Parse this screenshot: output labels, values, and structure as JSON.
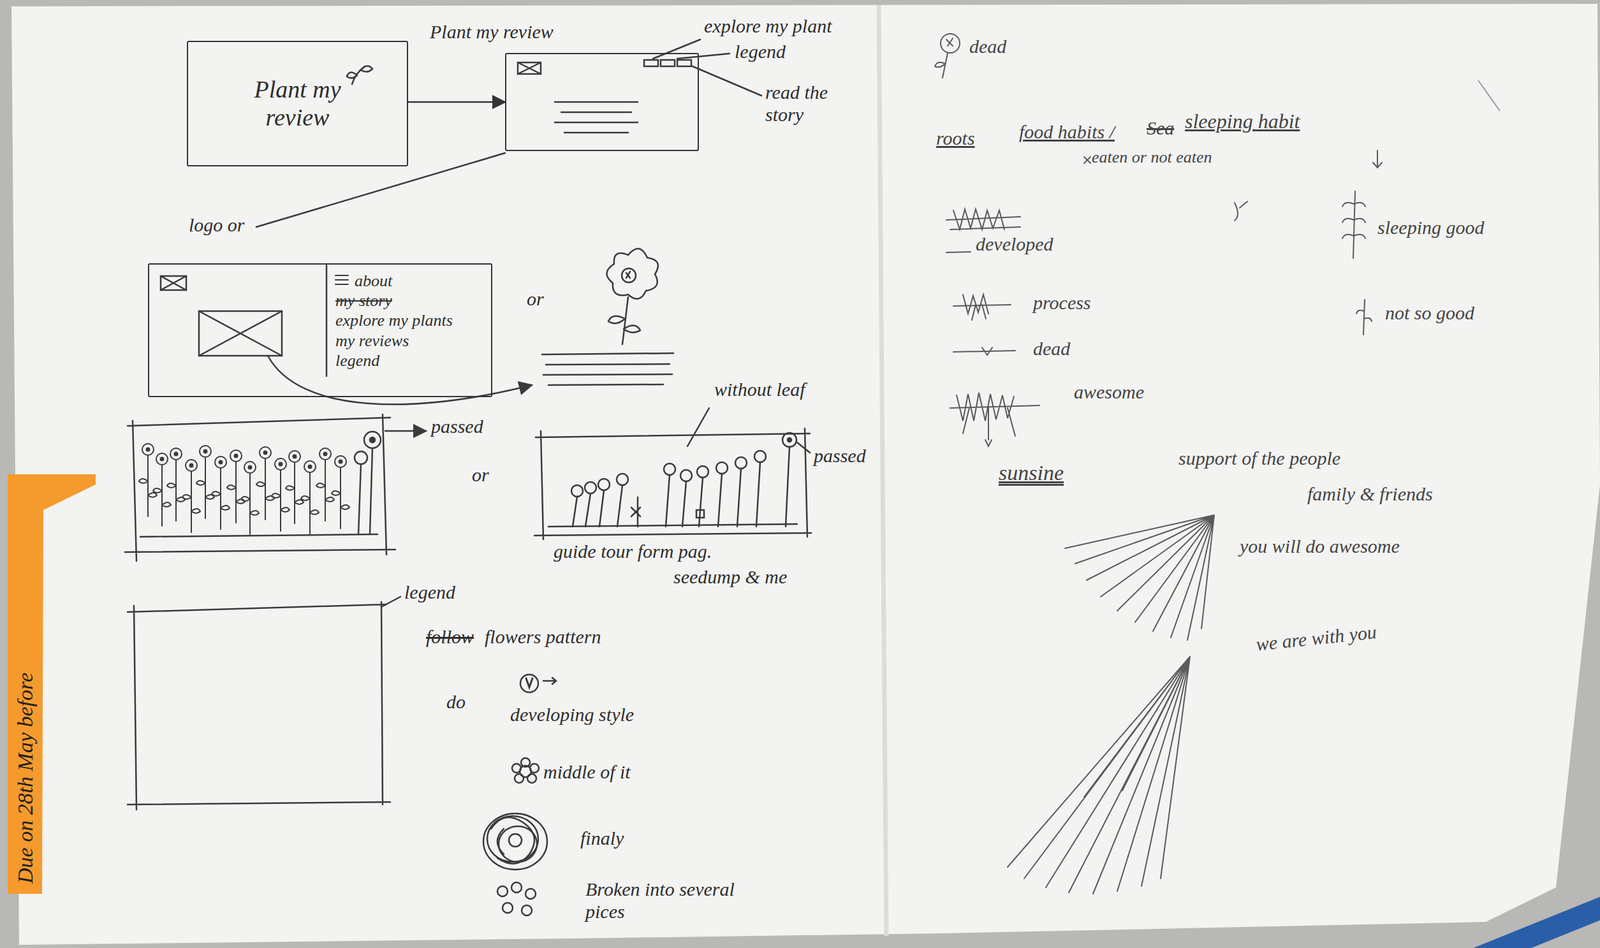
{
  "diagram": {
    "nodes": [
      {
        "text": [
          "Plant my review"
        ]
      },
      {
        "text": [
          "Plant my review"
        ]
      },
      {
        "text": [
          "about",
          "my story",
          "explore my plants",
          "my reviews",
          "legend"
        ]
      }
    ],
    "edges": [
      {
        "from": 0,
        "to": 1,
        "arrow": "to"
      }
    ],
    "labels": [
      "explore my plant",
      "legend",
      "read the story",
      "logo or",
      "or",
      "without leaf",
      "passed",
      "or",
      "passed",
      "legend",
      "guide tour form pag.",
      "seedump & me",
      "follow",
      "flowers pattern",
      "do",
      "developing style",
      "middle of it",
      "finaly",
      "Broken into several pices",
      "Due on 28th May before",
      "dead",
      "roots",
      "food habits /",
      "Sea",
      "sleeping habit",
      "eaten or not eaten",
      "developed",
      "process",
      "dead",
      "awesome",
      "sleeping good",
      "not so good",
      "sunsine",
      "support of the people",
      "family & friends",
      "you will do awesome",
      "we are with you"
    ]
  }
}
